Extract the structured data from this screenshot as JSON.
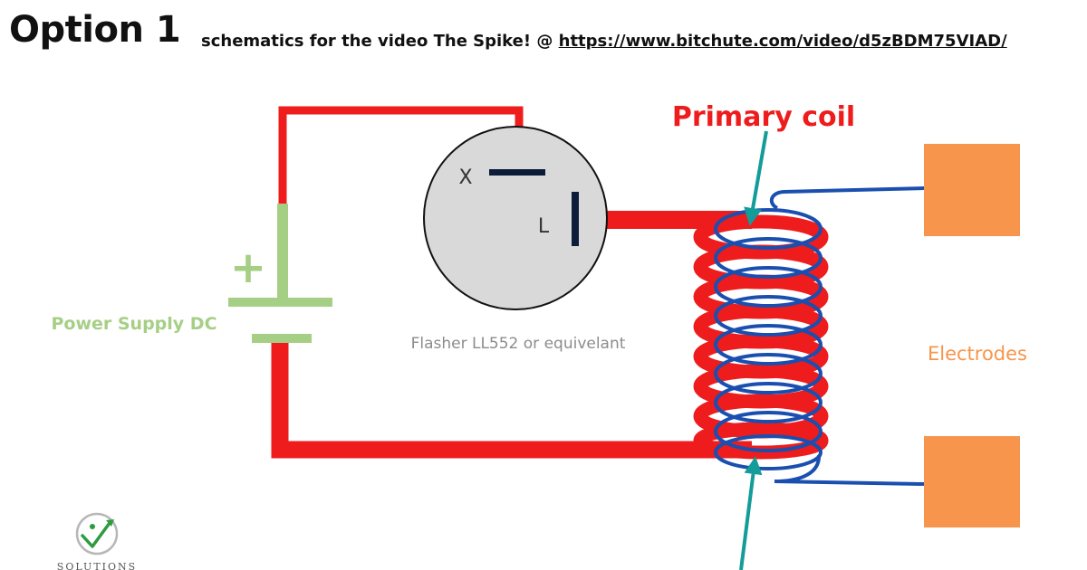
{
  "header": {
    "title": "Option 1",
    "subtitle_prefix": "schematics for the video The Spike! @ ",
    "subtitle_link": "https://www.bitchute.com/video/d5zBDM75VIAD/",
    "subtitle_suffix": ""
  },
  "diagram": {
    "power_supply_label": "Power Supply DC",
    "plus_sign": "+",
    "flasher_label": "Flasher LL552 or equivelant",
    "pin_x": "X",
    "pin_l": "L",
    "primary_coil_label": "Primary coil",
    "electrodes_label": "Electrodes"
  },
  "logo": {
    "text": "SOLUTIONS"
  },
  "colors": {
    "primary_wire": "#ee1c1c",
    "secondary_wire": "#1a4fb0",
    "battery": "#a6cf86",
    "electrode": "#f7954d",
    "flasher_body": "#d9d9d9",
    "arrow": "#149c9a",
    "terminal": "#0c1c3a"
  }
}
